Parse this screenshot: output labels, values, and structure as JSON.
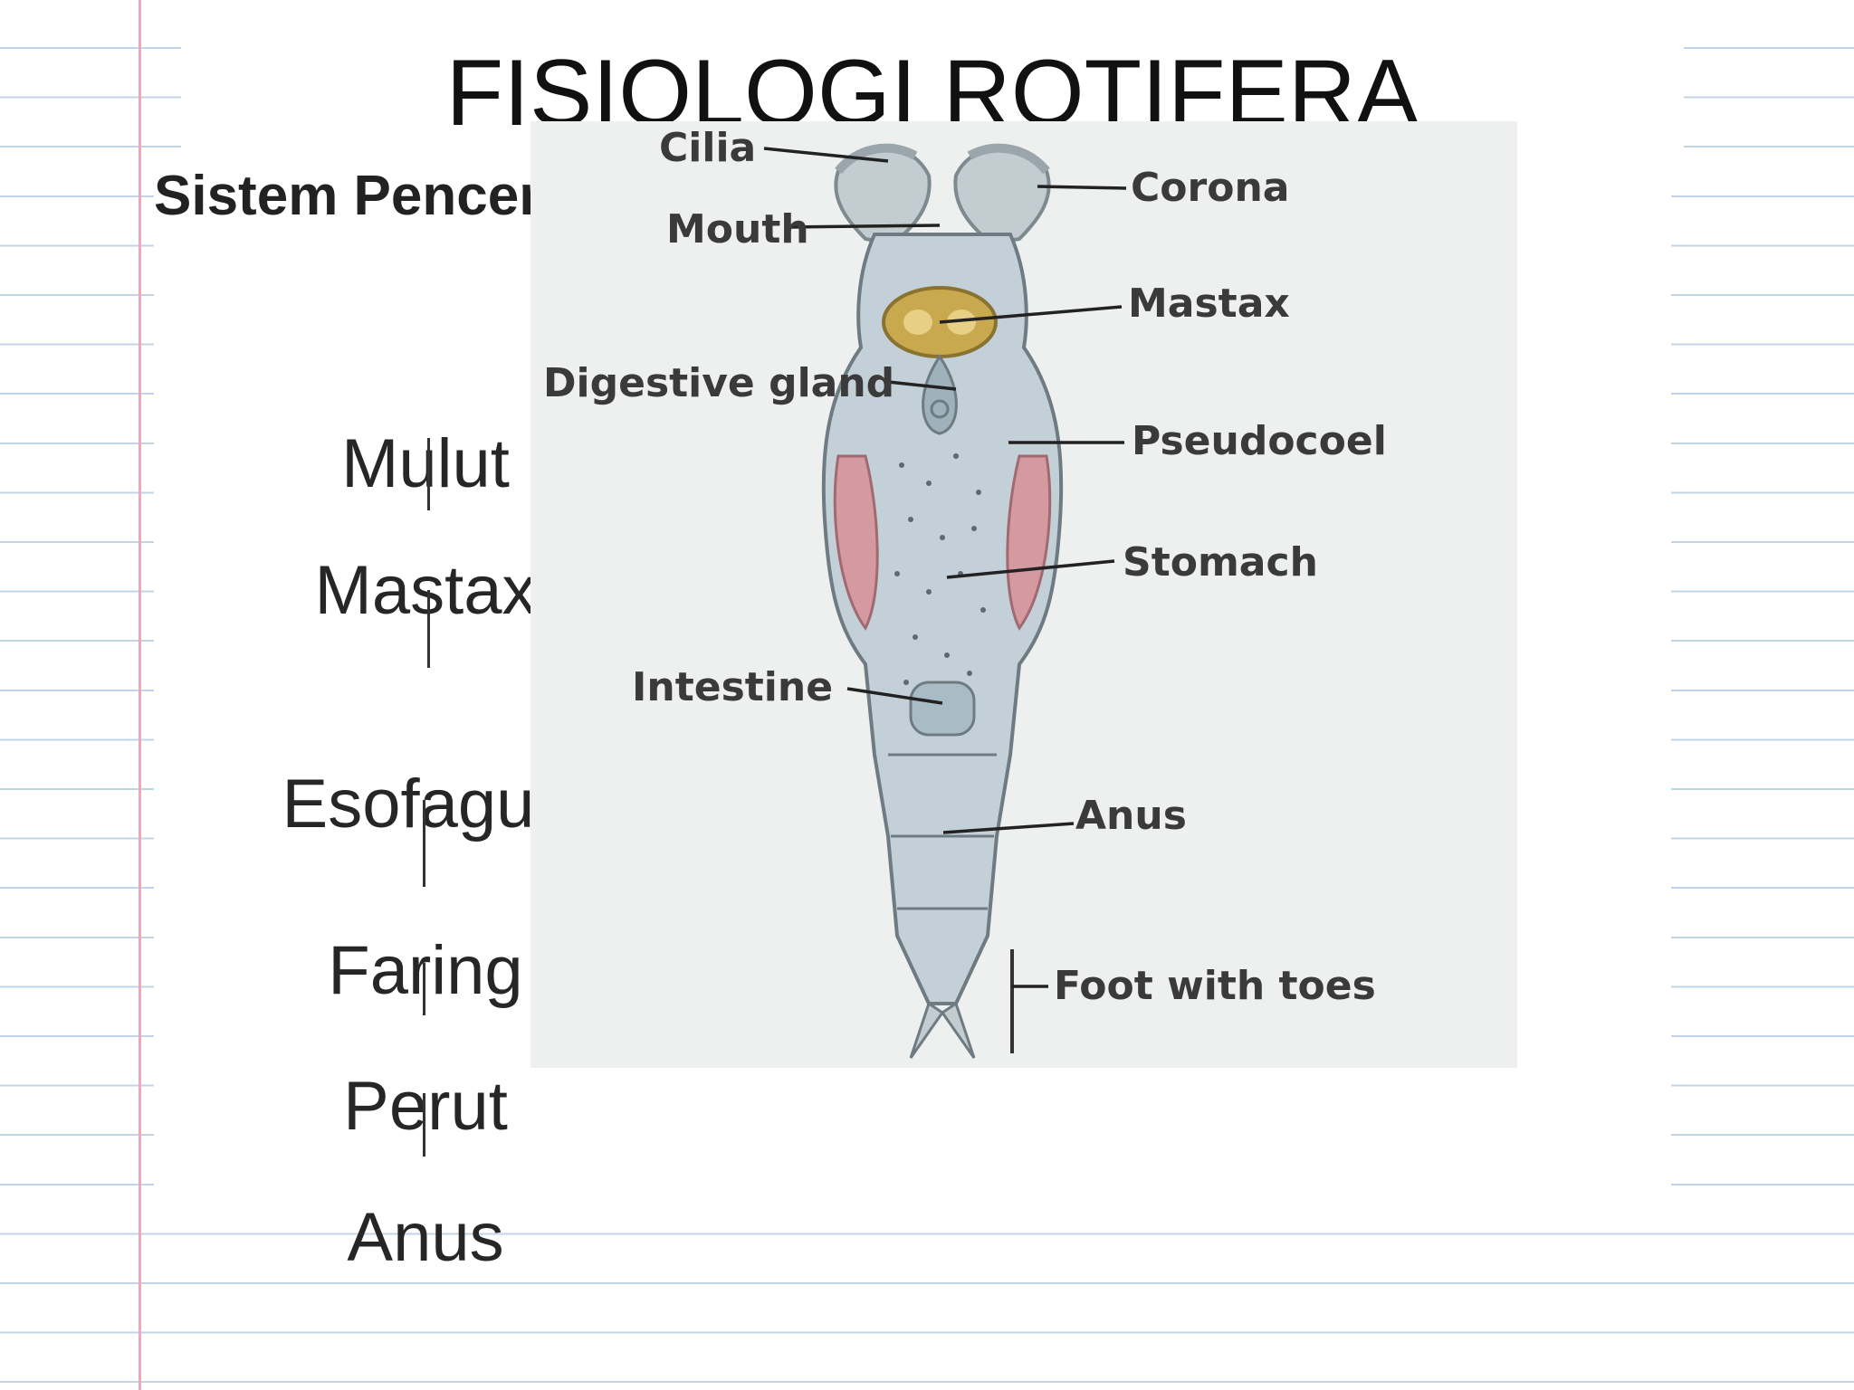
{
  "slide": {
    "title": "FISIOLOGI ROTIFERA",
    "subtitle": "Sistem Pencernaan Rotifera :"
  },
  "flow": {
    "steps": [
      "Mulut",
      "Mastax",
      "Esofagus",
      "Faring",
      "Perut",
      "Anus"
    ]
  },
  "diagram": {
    "labels": {
      "cilia": "Cilia",
      "corona": "Corona",
      "mouth": "Mouth",
      "mastax": "Mastax",
      "digestive_gland": "Digestive gland",
      "pseudocoel": "Pseudocoel",
      "stomach": "Stomach",
      "intestine": "Intestine",
      "anus": "Anus",
      "foot": "Foot with toes"
    }
  },
  "colors": {
    "body": "#c3d0d8",
    "mastax": "#c9a94e",
    "pseudocoel": "#d49aa0",
    "margin_line": "#f0a8b8",
    "rule_line": "#bfd4e6"
  }
}
